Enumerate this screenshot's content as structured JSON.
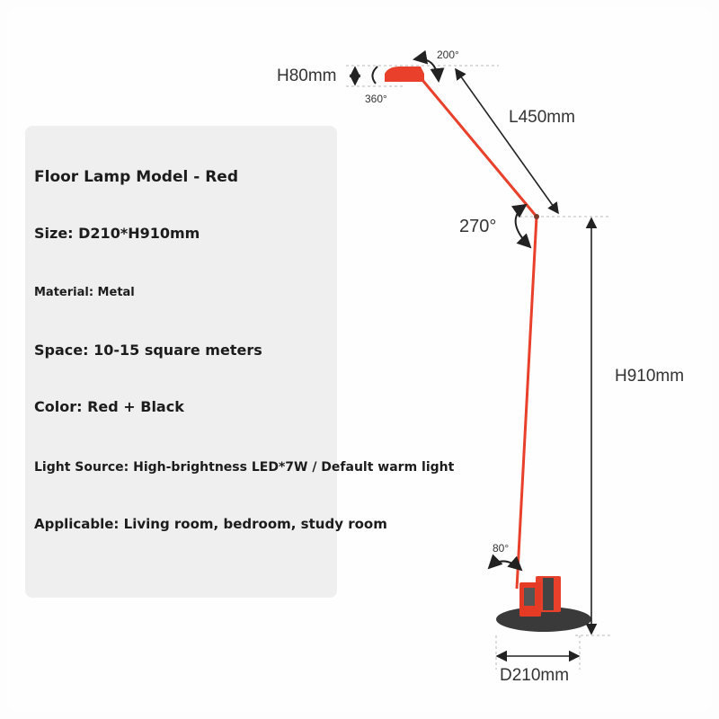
{
  "specs": {
    "title": "Floor Lamp Model - Red",
    "size": "Size: D210*H910mm",
    "material": "Material: Metal",
    "space": "Space: 10-15 square meters",
    "color": "Color: Red + Black",
    "light_source": "Light Source: High-brightness LED*7W / Default warm light",
    "applicable": "Applicable: Living room, bedroom, study room"
  },
  "dimensions": {
    "head_height": "H80mm",
    "head_rotation": "360°",
    "head_tilt": "200°",
    "arm_length": "L450mm",
    "joint_rotation": "270°",
    "height": "H910mm",
    "base_tilt": "80°",
    "base_diameter": "D210mm"
  },
  "colors": {
    "lamp": "#e8402a",
    "base": "#3a3a3a",
    "panel": "#efefef"
  }
}
